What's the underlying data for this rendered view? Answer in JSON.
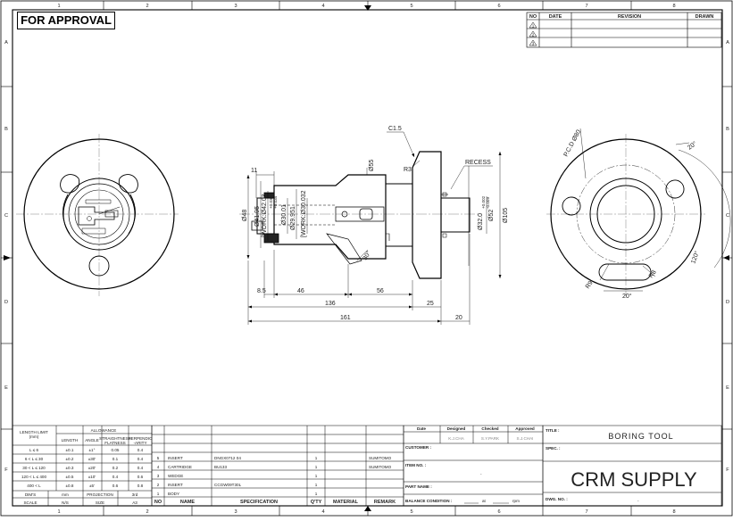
{
  "stamp": "FOR APPROVAL",
  "zones": {
    "columns": [
      "1",
      "2",
      "3",
      "4",
      "5",
      "6",
      "7",
      "8"
    ],
    "rows": [
      "A",
      "B",
      "C",
      "D",
      "E",
      "F"
    ]
  },
  "revision_table": {
    "headers": {
      "no": "NO",
      "date": "DATE",
      "revision": "REVISION",
      "drawn": "DRAWN"
    },
    "rows": [
      "1",
      "2",
      "3"
    ]
  },
  "dimensions": {
    "c15": "C1.5",
    "recess": "RECESS",
    "r3": "R3",
    "d55": "Ø55",
    "d48": "Ø48",
    "d41": "Ø41.95",
    "d42_work": "[WORK:Ø42.03",
    "d42_tol": "+0.034\n+0.034",
    "d30_01": "Ø30.01",
    "d29": "Ø29.951",
    "d30_work": "[WORK:Ø30.032",
    "d32": "Ø32.0",
    "d32_tol": "+0.002\n-0.009",
    "d52": "Ø52",
    "d105": "Ø105",
    "d11": "11",
    "d30deg": "30°",
    "d85": "8.5",
    "d46": "46",
    "d56": "56",
    "d136": "136",
    "d25": "25",
    "d161": "161",
    "d20": "20",
    "pcd": "P.C.D Ø80",
    "ang20_top": "20°",
    "ang20_bot": "20°",
    "ang120": "120°",
    "r9": "R9",
    "r8": "R8"
  },
  "allowance_table": {
    "col_length_limit": "LENGTH LIMIT\n(mm)",
    "col_allowance": "ALLOWANCE",
    "sub_length": "LENGTH",
    "sub_angle": "ANGLE",
    "sub_straightness": "STRAIGHTNESS\nFLATNESS",
    "sub_perpendicularity": "PERPENDIC\n-ARITY",
    "rows": [
      {
        "limit": "L ≤ 6",
        "length": "±0.1",
        "angle": "±1°",
        "straight": "0.05",
        "perp": "0.4"
      },
      {
        "limit": "6 < L ≤ 30",
        "length": "±0.2",
        "angle": "±30'",
        "straight": "0.1",
        "perp": "0.4"
      },
      {
        "limit": "30 < L ≤ 120",
        "length": "±0.3",
        "angle": "±20'",
        "straight": "0.2",
        "perp": "0.4"
      },
      {
        "limit": "120 < L ≤ 400",
        "length": "±0.5",
        "angle": "±10'",
        "straight": "0.4",
        "perp": "0.6"
      },
      {
        "limit": "400 < L",
        "length": "±0.8",
        "angle": "±5'",
        "straight": "0.6",
        "perp": "0.8"
      }
    ],
    "units_label": "DIM'S",
    "units_value": "mm",
    "projection_label": "PROJECTION",
    "projection_value": "3rd",
    "scale_label": "SCALE",
    "scale_value": "N/S",
    "size_label": "SIZE",
    "size_value": "A3"
  },
  "bom": {
    "headers": {
      "no": "NO",
      "name": "NAME",
      "spec": "SPECIFICATION",
      "qty": "Q'TY",
      "material": "MATERIAL",
      "remark": "REMARK"
    },
    "rows": [
      {
        "no": "5",
        "name": "INSERT",
        "spec": "DNGX0712 04",
        "qty": "1",
        "material": "",
        "remark": "SUMITOMO"
      },
      {
        "no": "4",
        "name": "CARTRIDGE",
        "spec": "BU133",
        "qty": "1",
        "material": "",
        "remark": "SUMITOMO"
      },
      {
        "no": "3",
        "name": "WEDGE",
        "spec": "",
        "qty": "1",
        "material": "",
        "remark": ""
      },
      {
        "no": "2",
        "name": "INSERT",
        "spec": "CCGW09T30L",
        "qty": "1",
        "material": "",
        "remark": ""
      },
      {
        "no": "1",
        "name": "BODY",
        "spec": "",
        "qty": "1",
        "material": "",
        "remark": ""
      }
    ]
  },
  "approval_block": {
    "date": "Date",
    "designed": "Designed",
    "checked": "Checked",
    "approved": "Approved",
    "designed_by": "K.J.CHA",
    "checked_by": "S.Y.PARK",
    "approved_by": "S.J.CHAI",
    "customer": "CUSTOMER :",
    "item_no": "ITEM NO. :",
    "item_no_value": "-",
    "part_name": "PART NAME :",
    "balance": "BALANCE CONDITION :",
    "balance_at": "at",
    "balance_rpm": "rpm"
  },
  "title_block": {
    "title_label": "TITLE :",
    "title_value": "BORING TOOL",
    "spec_label": "SPEC. :",
    "company": "CRM SUPPLY",
    "dwg_label": "DWG. NO. :",
    "dwg_value": "-"
  }
}
